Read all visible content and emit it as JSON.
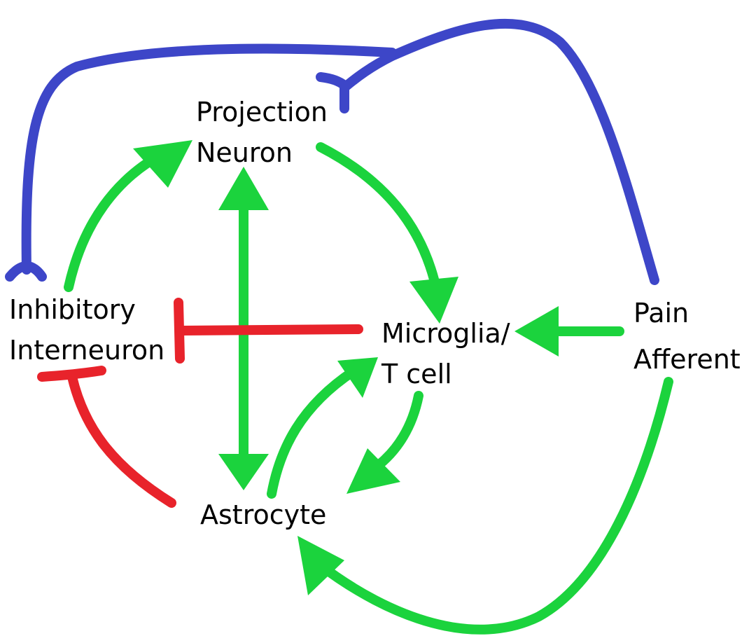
{
  "colors": {
    "excitatory": "#1bd33d",
    "inhibitory": "#e8232b",
    "afferent": "#3d46c8",
    "text": "#000000",
    "background": "#ffffff"
  },
  "nodes": {
    "projection_neuron": {
      "line1": "Projection",
      "line2": "Neuron"
    },
    "inhibitory_interneuron": {
      "line1": "Inhibitory",
      "line2": "Interneuron"
    },
    "microglia_tcell": {
      "line1": "Microglia/",
      "line2": "T cell"
    },
    "pain_afferent": {
      "line1": "Pain",
      "line2": "Afferent"
    },
    "astrocyte": {
      "line1": "Astrocyte"
    }
  },
  "connections": [
    {
      "from": "Inhibitory Interneuron",
      "to": "Projection Neuron",
      "type": "excitatory"
    },
    {
      "from": "Projection Neuron",
      "to": "Astrocyte",
      "type": "excitatory-bidirectional"
    },
    {
      "from": "Projection Neuron",
      "to": "Microglia/T cell",
      "type": "excitatory"
    },
    {
      "from": "Microglia/T cell",
      "to": "Astrocyte",
      "type": "excitatory"
    },
    {
      "from": "Astrocyte",
      "to": "Microglia/T cell",
      "type": "excitatory"
    },
    {
      "from": "Pain Afferent",
      "to": "Microglia/T cell",
      "type": "excitatory"
    },
    {
      "from": "Pain Afferent",
      "to": "Astrocyte",
      "type": "excitatory"
    },
    {
      "from": "Microglia/T cell",
      "to": "Inhibitory Interneuron",
      "type": "inhibitory"
    },
    {
      "from": "Astrocyte",
      "to": "Inhibitory Interneuron",
      "type": "inhibitory"
    },
    {
      "from": "Pain Afferent",
      "to": "Projection Neuron",
      "type": "afferent-synapse"
    },
    {
      "from": "Pain Afferent",
      "to": "Inhibitory Interneuron",
      "type": "afferent-synapse"
    }
  ]
}
